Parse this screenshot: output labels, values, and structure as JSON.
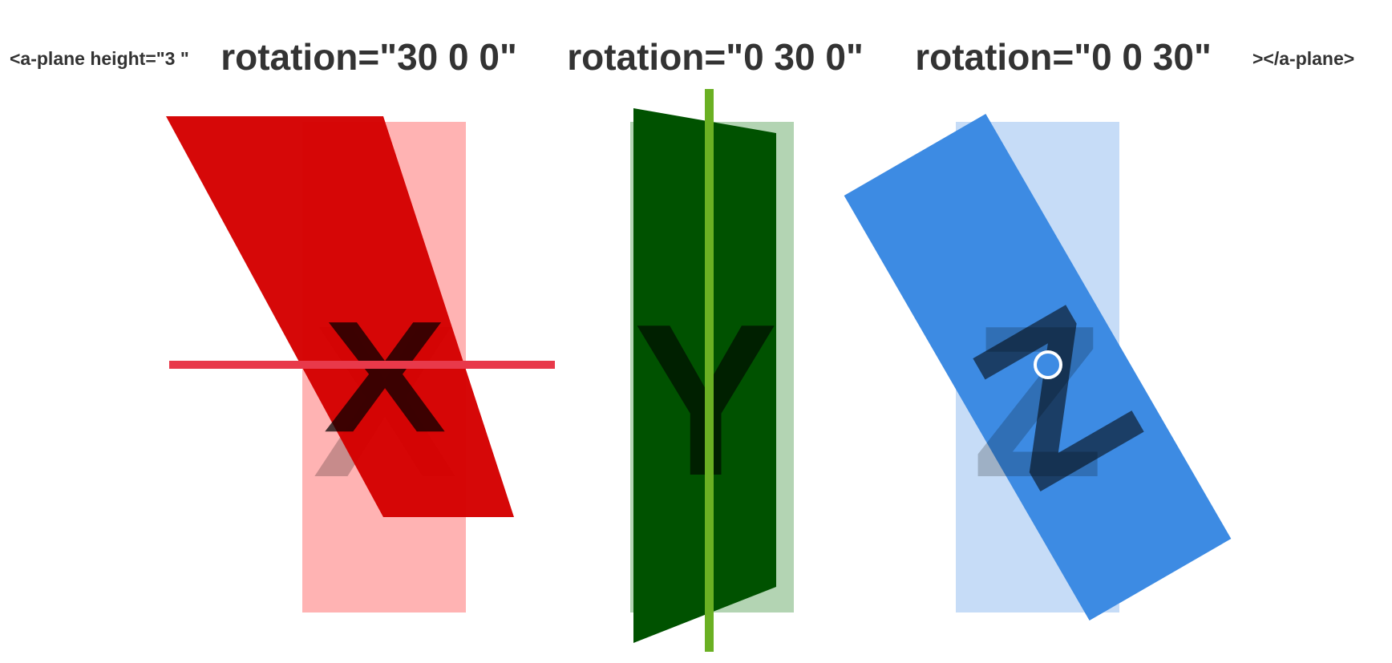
{
  "code": {
    "open_tag": "<a-plane height=\"3 \"",
    "close_tag": "></a-plane>"
  },
  "labels": [
    {
      "text": "rotation=\"30 0 0\"",
      "axis_letter": "X"
    },
    {
      "text": "rotation=\"0 30 0\"",
      "axis_letter": "Y"
    },
    {
      "text": "rotation=\"0 0 30\"",
      "axis_letter": "Z"
    }
  ],
  "colors": {
    "x_plane": "#d50000",
    "x_ghost": "#ffb3b3",
    "x_axis": "#e8394a",
    "y_plane": "#005200",
    "y_ghost": "#b3d4b3",
    "y_axis": "#6ab023",
    "z_plane": "#3d8be3",
    "z_ghost": "#c6dcf7",
    "z_axis_dot": "#3d8be3",
    "text": "#333333"
  }
}
